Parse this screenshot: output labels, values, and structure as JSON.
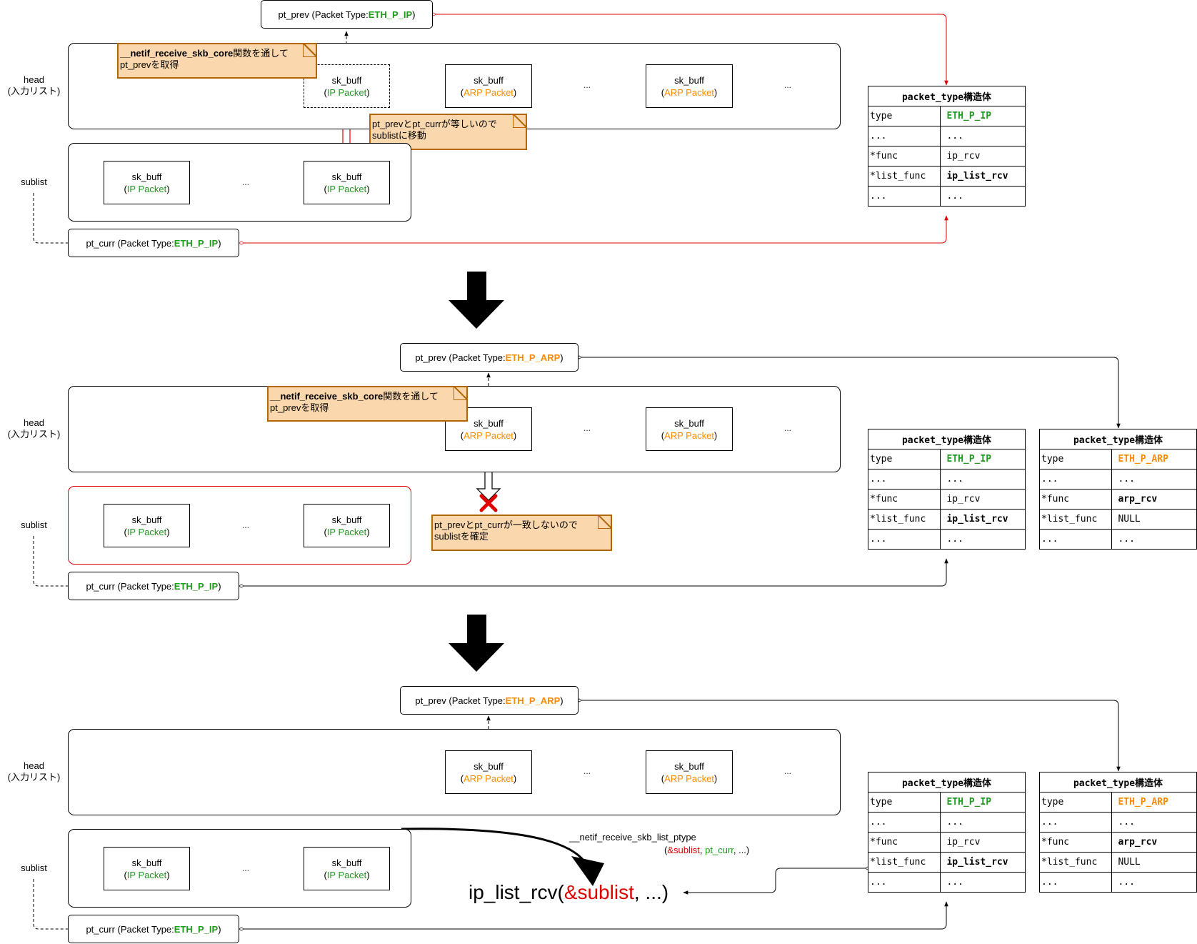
{
  "labels": {
    "head": "head",
    "head_sub": "(入力リスト)",
    "sublist": "sublist",
    "sk_buff": "sk_buff",
    "ip_packet": "IP Packet",
    "arp_packet": "ARP Packet",
    "dots": "...",
    "pt_prev": "pt_prev",
    "pt_curr": "pt_curr",
    "packet_type_prefix": "(Packet Type: ",
    "paren_close": ")",
    "eth_p_ip": "ETH_P_IP",
    "eth_p_arp": "ETH_P_ARP"
  },
  "notes": {
    "netif_func": "__netif_receive_skb_core",
    "netif_rest": "関数を通して",
    "netif_line2": "pt_prevを取得",
    "move_line1": "pt_prevとpt_currが等しいので",
    "move_line2": "sublistに移動",
    "confirm_line1": "pt_prevとpt_currが一致しないので",
    "confirm_line2": "sublistを確定"
  },
  "table": {
    "title": "packet_type構造体",
    "rows_ip": [
      [
        "type",
        "ETH_P_IP"
      ],
      [
        "...",
        "..."
      ],
      [
        "*func",
        "ip_rcv"
      ],
      [
        "*list_func",
        "ip_list_rcv"
      ],
      [
        "...",
        "..."
      ]
    ],
    "rows_arp": [
      [
        "type",
        "ETH_P_ARP"
      ],
      [
        "...",
        "..."
      ],
      [
        "*func",
        "arp_rcv"
      ],
      [
        "*list_func",
        "NULL"
      ],
      [
        "...",
        "..."
      ]
    ]
  },
  "call": {
    "func_name": "__netif_receive_skb_list_ptype",
    "args_open": "(",
    "arg_sublist": "&sublist",
    "sep": ", ",
    "arg_ptcurr": "pt_curr",
    "args_rest": ", ...)",
    "big_fn": "ip_list_rcv(",
    "big_arg": "&sublist",
    "big_rest": ", ...)"
  },
  "colors": {
    "green": "#1e9a1e",
    "orange": "#ff8a00",
    "red": "#e00000",
    "note_fill": "#fad7ac",
    "note_border": "#b46504"
  }
}
